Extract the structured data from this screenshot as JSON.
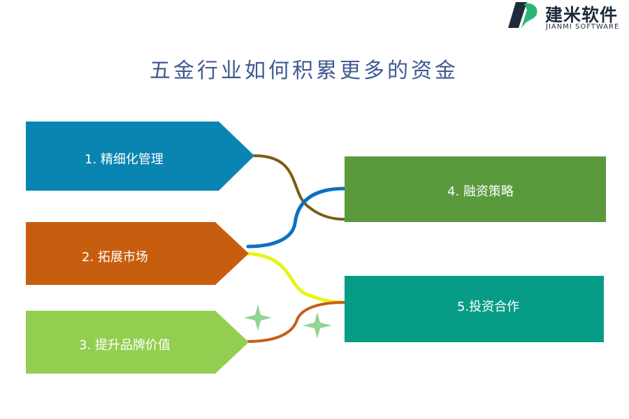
{
  "logo": {
    "name_cn": "建米软件",
    "name_en": "JIANMI SOFTWARE"
  },
  "title": "五金行业如何积累更多的资金",
  "items": [
    {
      "label": "1. 精细化管理",
      "color": "#0a84b1"
    },
    {
      "label": "2.  拓展市场",
      "color": "#c75e0f"
    },
    {
      "label": "3.    提升品牌价值",
      "color": "#92cf50"
    },
    {
      "label": "4. 融资策略",
      "color": "#5a9a3c"
    },
    {
      "label": "5.投资合作",
      "color": "#079c85"
    }
  ],
  "connector_colors": [
    "#7a5d10",
    "#0a72c2",
    "#e6f51a",
    "#c75e1a"
  ],
  "sparkle_color": "#92d492"
}
